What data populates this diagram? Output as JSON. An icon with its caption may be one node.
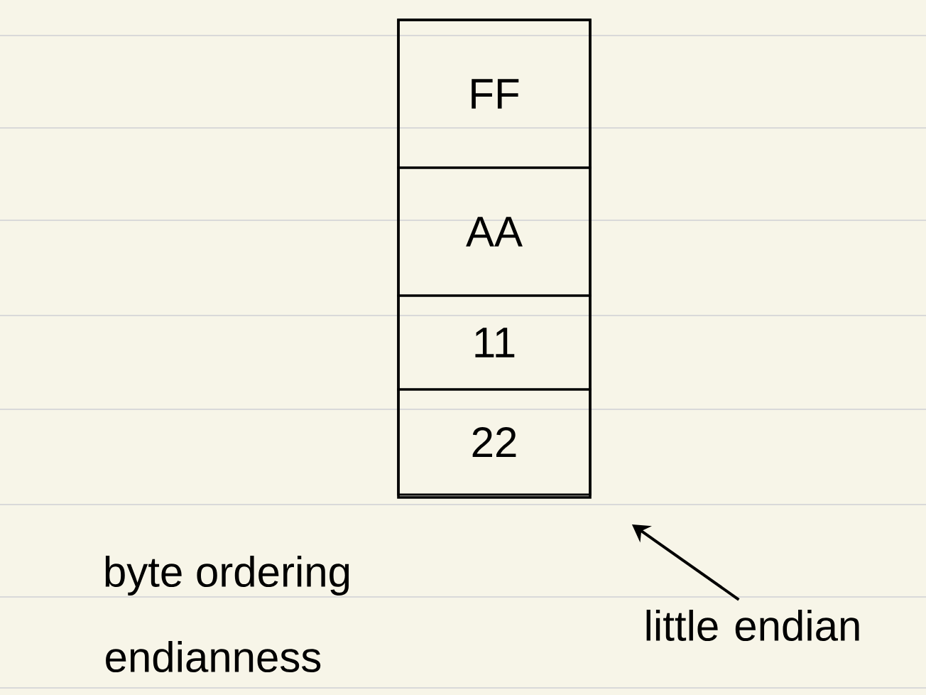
{
  "diagram": {
    "nodes": [
      {
        "text": [],
        "shape": "box"
      },
      {
        "text": [
          "FF"
        ],
        "in": 0
      },
      {
        "text": [
          "AA"
        ],
        "in": 0
      },
      {
        "text": [
          "11"
        ],
        "in": 0
      },
      {
        "text": [
          "22"
        ],
        "in": 0
      },
      {
        "text": [
          "little endian"
        ]
      }
    ],
    "edges": [
      {
        "from": 5,
        "to": 4,
        "arrow": "to"
      }
    ],
    "labels": [
      "byte ordering",
      "endianness"
    ]
  }
}
